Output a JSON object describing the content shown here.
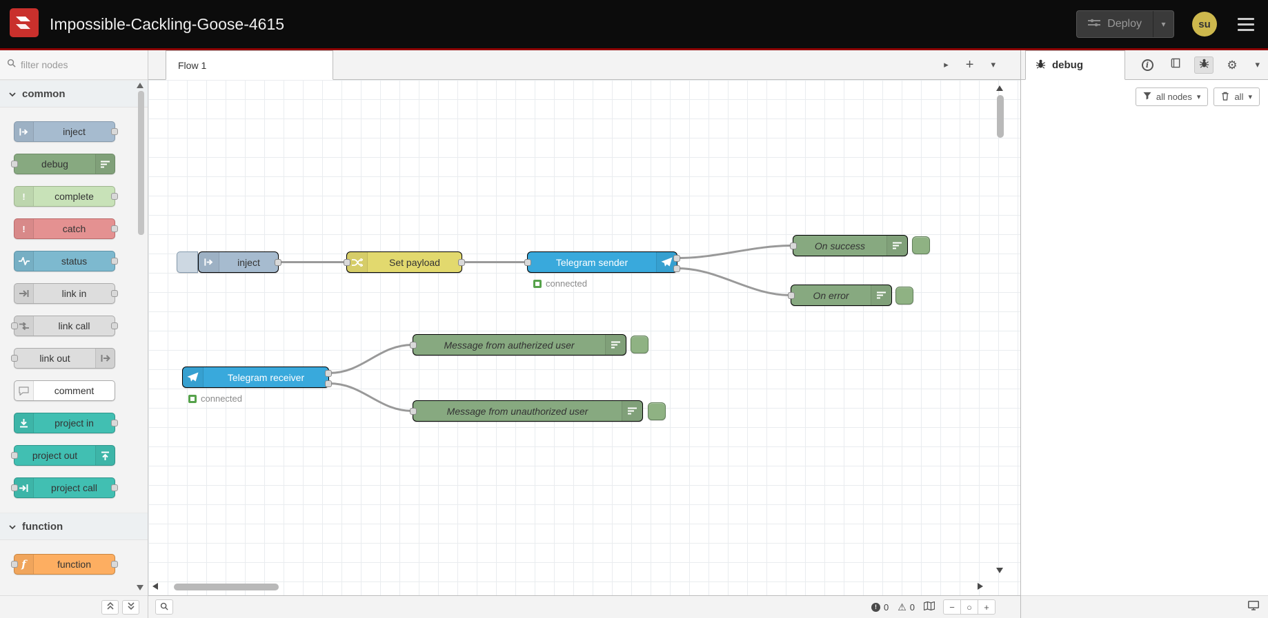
{
  "header": {
    "title": "Impossible-Cackling-Goose-4615",
    "deploy": {
      "label": "Deploy"
    },
    "user": {
      "initials": "su"
    }
  },
  "palette": {
    "filter": {
      "placeholder": "filter nodes"
    },
    "categories": [
      {
        "label": "common",
        "nodes": [
          {
            "label": "inject"
          },
          {
            "label": "debug"
          },
          {
            "label": "complete"
          },
          {
            "label": "catch"
          },
          {
            "label": "status"
          },
          {
            "label": "link in"
          },
          {
            "label": "link call"
          },
          {
            "label": "link out"
          },
          {
            "label": "comment"
          },
          {
            "label": "project in"
          },
          {
            "label": "project out"
          },
          {
            "label": "project call"
          }
        ]
      },
      {
        "label": "function",
        "nodes": [
          {
            "label": "function"
          }
        ]
      }
    ]
  },
  "workspace": {
    "tab": {
      "label": "Flow 1"
    },
    "flow": {
      "inject": {
        "label": "inject"
      },
      "set_payload": {
        "label": "Set payload"
      },
      "telegram_sender": {
        "label": "Telegram sender",
        "status": "connected"
      },
      "on_success": {
        "label": "On success"
      },
      "on_error": {
        "label": "On error"
      },
      "telegram_receiver": {
        "label": "Telegram receiver",
        "status": "connected"
      },
      "msg_authorized": {
        "label": "Message from autherized user"
      },
      "msg_unauthorized": {
        "label": "Message from unauthorized user"
      }
    },
    "footer": {
      "error_count": "0",
      "warning_count": "0"
    }
  },
  "sidebar": {
    "tab": {
      "label": "debug"
    },
    "toolbar": {
      "filter_label": "all nodes",
      "clear_label": "all"
    }
  },
  "colors": {
    "header_bg": "#0c0c0c",
    "accent_red": "#8f0000",
    "logo_red": "#c9302c",
    "node_inject": "#a6bbcf",
    "node_debug": "#87a980",
    "node_complete": "#c8e2b8",
    "node_catch": "#e49191",
    "node_status": "#7db9cf",
    "node_link": "#dddddd",
    "node_comment": "#ffffff",
    "node_project": "#41bfb2",
    "node_function": "#fdae61",
    "node_change": "#e2d96e",
    "node_telegram": "#39a9dc",
    "status_green": "#56a24b",
    "avatar_yellow": "#cdb84d"
  },
  "icons": {
    "chevron_down": "▾",
    "triangle_right": "▸",
    "plus": "+",
    "minus": "−",
    "circle": "○",
    "gear": "⚙",
    "warning": "⚠",
    "info_i": "i",
    "function_f": "f",
    "exclamation": "!"
  }
}
